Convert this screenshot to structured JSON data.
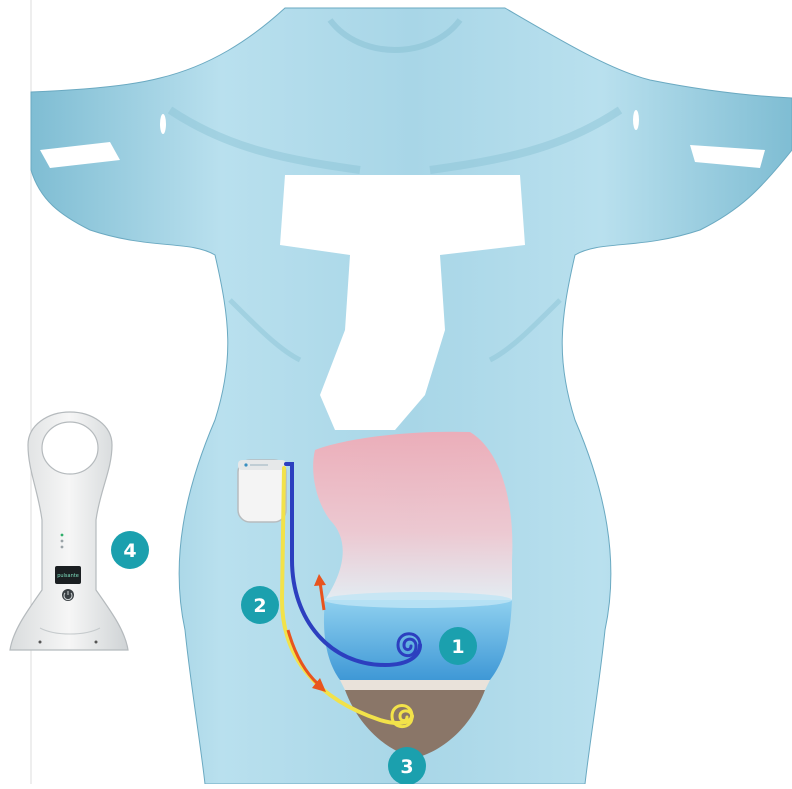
{
  "diagram": {
    "callouts": [
      {
        "number": "1"
      },
      {
        "number": "2"
      },
      {
        "number": "3"
      },
      {
        "number": "4"
      }
    ],
    "charger_display_text": "pulsante",
    "colors": {
      "body": "#a9d6e6",
      "body_shadow": "#6fb1c9",
      "badge": "#1ba0ae",
      "bladder_blue": "#4ea8dc",
      "urine_blue": "#2a6fd0",
      "peritoneum_pink": "#f4b7c0",
      "ascites_brown": "#8a7668",
      "yellow_tube": "#f2e24a",
      "blue_tube": "#2c3fbf",
      "arrow_orange": "#e8541e"
    },
    "icons": [
      "pump-device-icon",
      "charger-device-icon",
      "power-button-icon"
    ]
  }
}
